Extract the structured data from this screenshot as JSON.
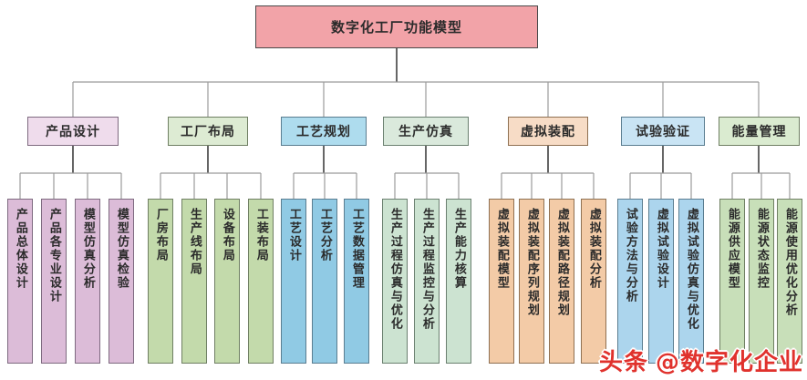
{
  "root": {
    "label": "数字化工厂功能模型"
  },
  "branches": [
    {
      "label": "产品设计",
      "children": [
        "产品总体设计",
        "产品各专业设计",
        "模型仿真分析",
        "模型仿真检验"
      ]
    },
    {
      "label": "工厂布局",
      "children": [
        "厂房布局",
        "生产线布局",
        "设备布局",
        "工装布局"
      ]
    },
    {
      "label": "工艺规划",
      "children": [
        "工艺设计",
        "工艺分析",
        "工艺数据管理"
      ]
    },
    {
      "label": "生产仿真",
      "children": [
        "生产过程仿真与优化",
        "生产过程监控与分析",
        "生产能力核算"
      ]
    },
    {
      "label": "虚拟装配",
      "children": [
        "虚拟装配模型",
        "虚拟装配序列规划",
        "虚拟装配路径规划",
        "虚拟装配分析"
      ]
    },
    {
      "label": "试验验证",
      "children": [
        "试验方法与分析",
        "虚拟试验设计",
        "虚拟试验仿真与优化"
      ]
    },
    {
      "label": "能量管理",
      "children": [
        "能源供应模型",
        "能源状态监控",
        "能源使用优化分析"
      ]
    }
  ],
  "watermark": {
    "brand": "头条",
    "handle": "@数字化企业"
  },
  "colors": {
    "root_fill": "#F2A3A8",
    "pink_fill": "#DCBCD8",
    "green_fill": "#C3DAAB",
    "blue_fill": "#90CAE4",
    "sage_fill": "#CCE3D1",
    "orange_fill": "#F3CBA7",
    "lightblue_fill": "#ACD5ED",
    "watermark_red": "#E0322D",
    "connector_gray": "#9B9B9B"
  }
}
